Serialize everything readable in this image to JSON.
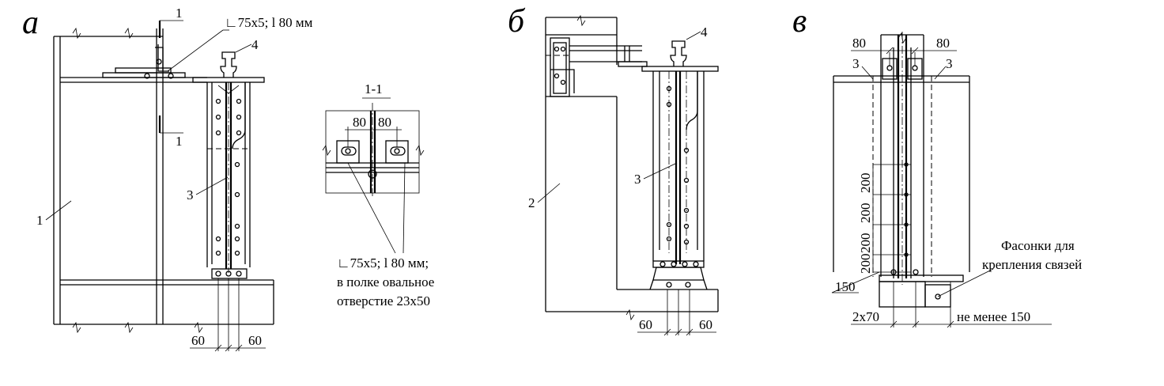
{
  "panels": {
    "a": {
      "letter": "а",
      "section_mark": "1",
      "angle_label": "∟75x5; l 80 мм",
      "callouts": [
        "1",
        "3",
        "4"
      ],
      "dims": [
        "60",
        "60"
      ]
    },
    "section": {
      "title": "1-1",
      "dims": [
        "80",
        "80"
      ],
      "note_lines": [
        "∟75x5; l 80 мм;",
        "в полке овальное",
        "отверстие 23x50"
      ]
    },
    "b": {
      "letter": "б",
      "callouts": [
        "2",
        "3",
        "4"
      ],
      "dims": [
        "60",
        "60"
      ]
    },
    "v": {
      "letter": "в",
      "dims_top": [
        "80",
        "80"
      ],
      "callouts": [
        "3",
        "3"
      ],
      "dims_vertical": [
        "200",
        "200",
        "200",
        "200"
      ],
      "dim_150": "150",
      "dim_2x70": "2x70",
      "dim_min": "не менее 150",
      "note_lines": [
        "Фасонки для",
        "крепления связей"
      ]
    }
  }
}
